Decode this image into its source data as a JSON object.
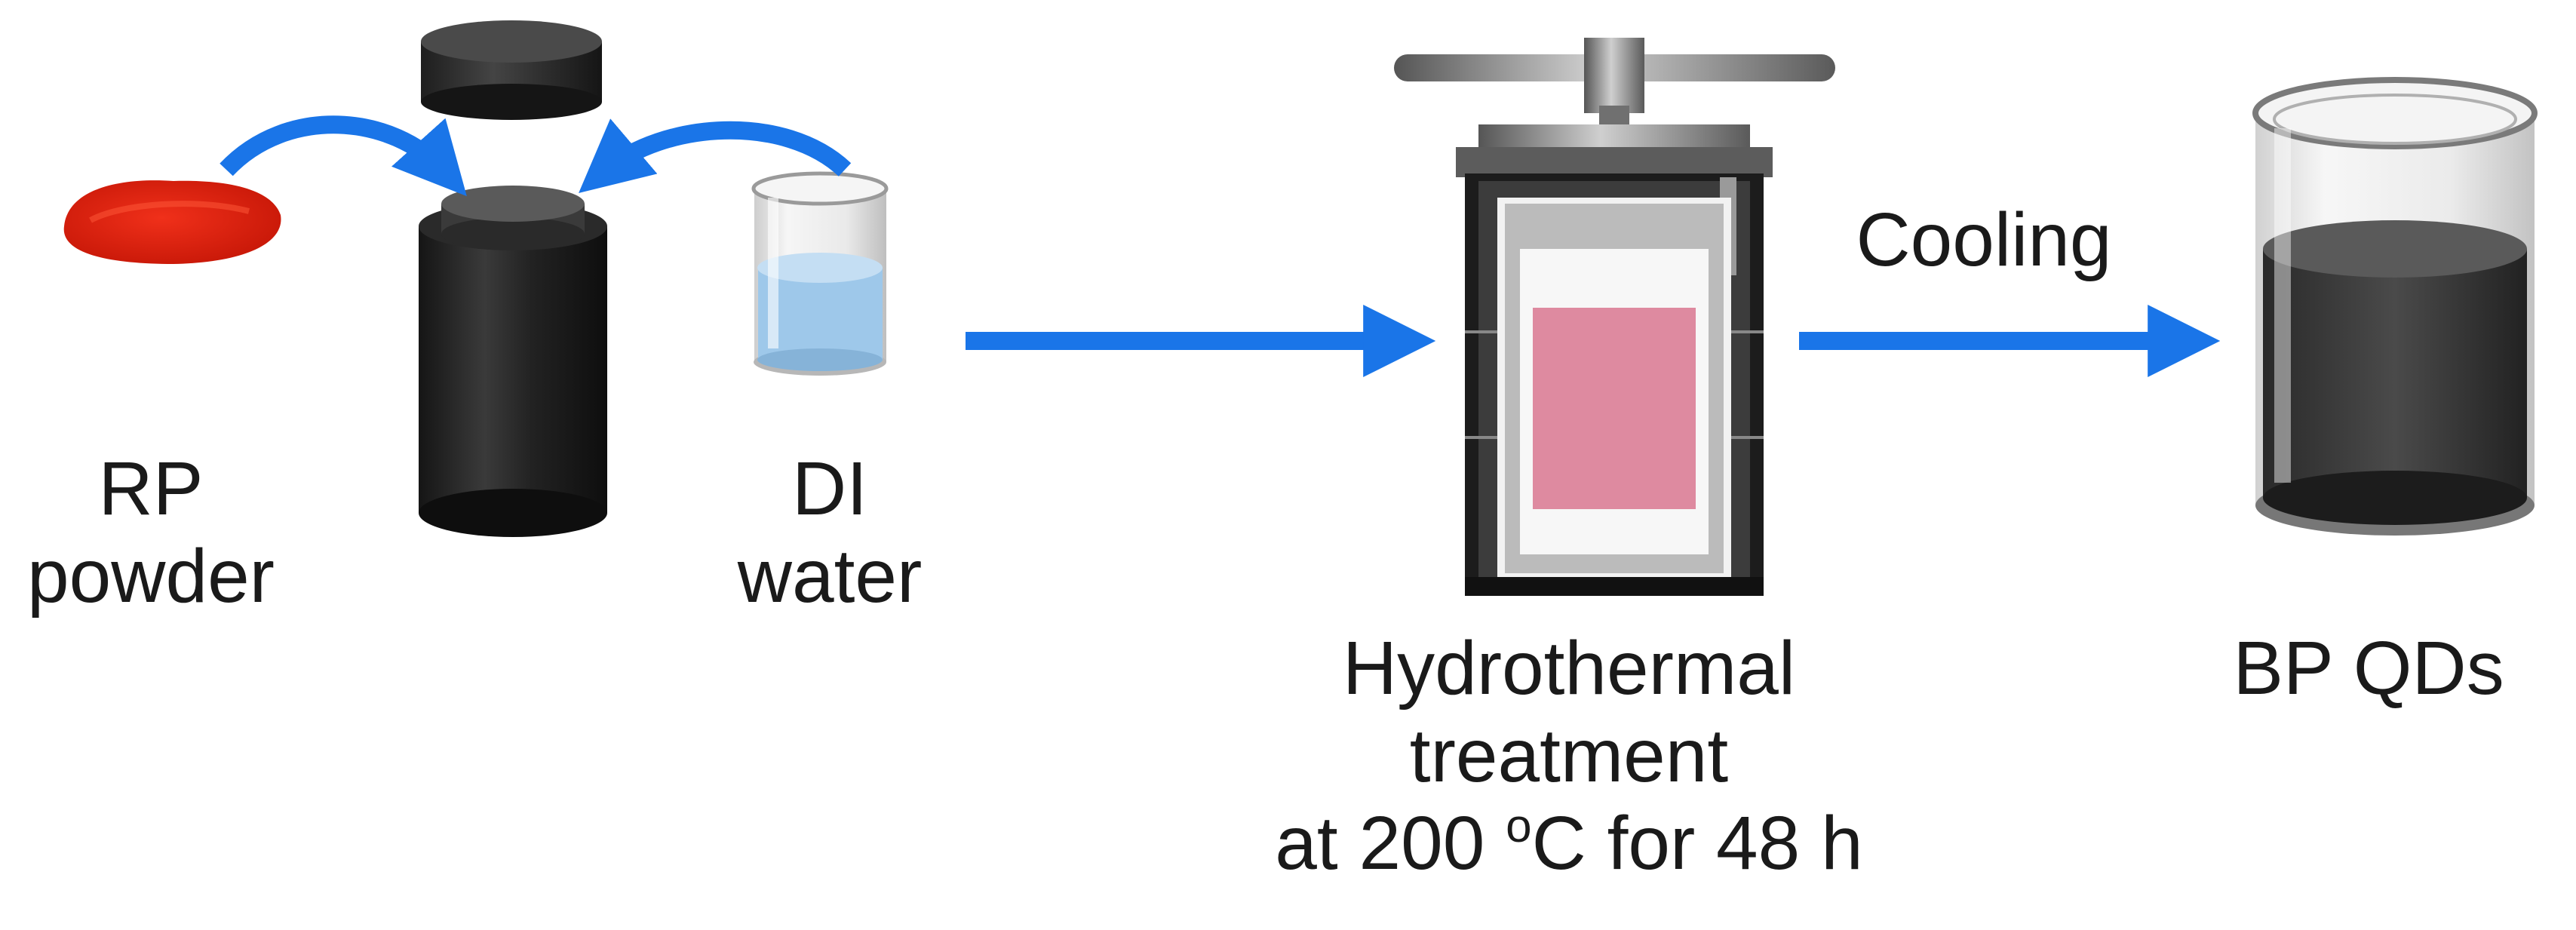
{
  "labels": {
    "rp_line1": "RP",
    "rp_line2": "powder",
    "di_line1": "DI",
    "di_line2": "water",
    "cooling": "Cooling",
    "hydro_line1": "Hydrothermal",
    "hydro_line2": "treatment",
    "hydro_line3_pre": "at 200 ",
    "hydro_line3_sup": "o",
    "hydro_line3_post": "C for 48 h",
    "bp": "BP QDs"
  },
  "colors": {
    "arrow": "#1a75e8",
    "rp_powder": "#e0200e",
    "liner_solution": "#de8aa0",
    "water": "#9ec8ea",
    "autoclave_body": "#2a2a2a",
    "bp_solution": "#3a3a3a"
  },
  "icons": {
    "rp_powder": "red-powder-pile",
    "liner": "teflon-liner-jar",
    "liner_lid": "liner-lid",
    "di_water": "water-beaker",
    "autoclave": "hydrothermal-autoclave",
    "bp_qds": "product-beaker"
  }
}
